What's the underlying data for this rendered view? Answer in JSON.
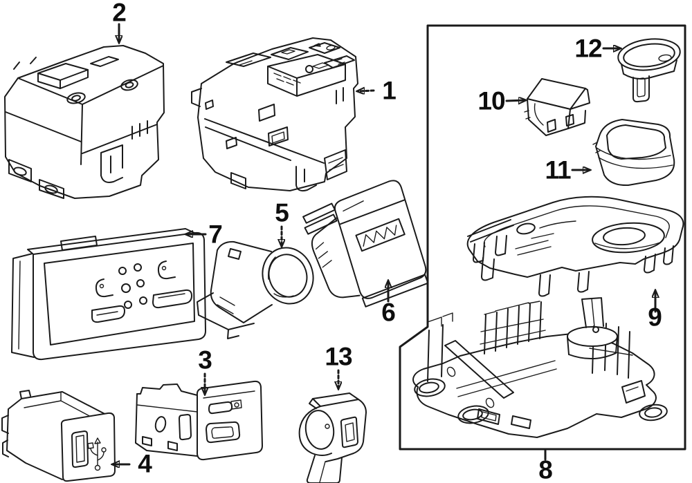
{
  "diagram": {
    "background_color": "#ffffff",
    "line_color": "#1a1a1a",
    "callouts": [
      {
        "label": "1"
      },
      {
        "label": "2"
      },
      {
        "label": "3"
      },
      {
        "label": "4"
      },
      {
        "label": "5"
      },
      {
        "label": "6"
      },
      {
        "label": "7"
      },
      {
        "label": "8"
      },
      {
        "label": "9"
      },
      {
        "label": "10"
      },
      {
        "label": "11"
      },
      {
        "label": "12"
      },
      {
        "label": "13"
      }
    ],
    "parts": [
      {
        "callout": "1",
        "illustration": "switch-bank-assembly"
      },
      {
        "callout": "2",
        "illustration": "switch-bank-assembly"
      },
      {
        "callout": "3",
        "illustration": "accessory-switch"
      },
      {
        "callout": "4",
        "illustration": "usb-port-module"
      },
      {
        "callout": "5",
        "illustration": "power-outlet-socket"
      },
      {
        "callout": "6",
        "illustration": "rocker-switch"
      },
      {
        "callout": "7",
        "illustration": "heated-seat-switch-panel"
      },
      {
        "callout": "8",
        "illustration": "shifter-assembly"
      },
      {
        "callout": "9",
        "illustration": "shifter-bezel"
      },
      {
        "callout": "10",
        "illustration": "control-module"
      },
      {
        "callout": "11",
        "illustration": "shifter-boot"
      },
      {
        "callout": "12",
        "illustration": "shifter-knob"
      },
      {
        "callout": "13",
        "illustration": "small-switch"
      }
    ]
  }
}
